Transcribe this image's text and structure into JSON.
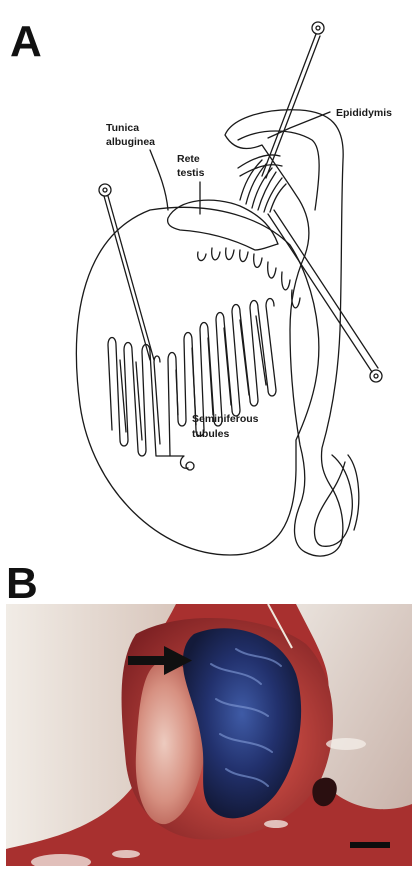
{
  "panels": {
    "a": {
      "letter": "A"
    },
    "b": {
      "letter": "B"
    }
  },
  "labels": {
    "tunica_line1": "Tunica",
    "tunica_line2": "albuginea",
    "rete_line1": "Rete",
    "rete_line2": "testis",
    "epididymis": "Epididymis",
    "seminiferous_line1": "Seminiferous",
    "seminiferous_line2": "tubules"
  },
  "colors": {
    "outline": "#1a1a1a",
    "tissue": "#b83b38",
    "stain": "#1d2d6a",
    "background_white": "#e8e6e2"
  },
  "icons": {
    "arrow": "right-arrow",
    "scale": "scale-bar"
  }
}
